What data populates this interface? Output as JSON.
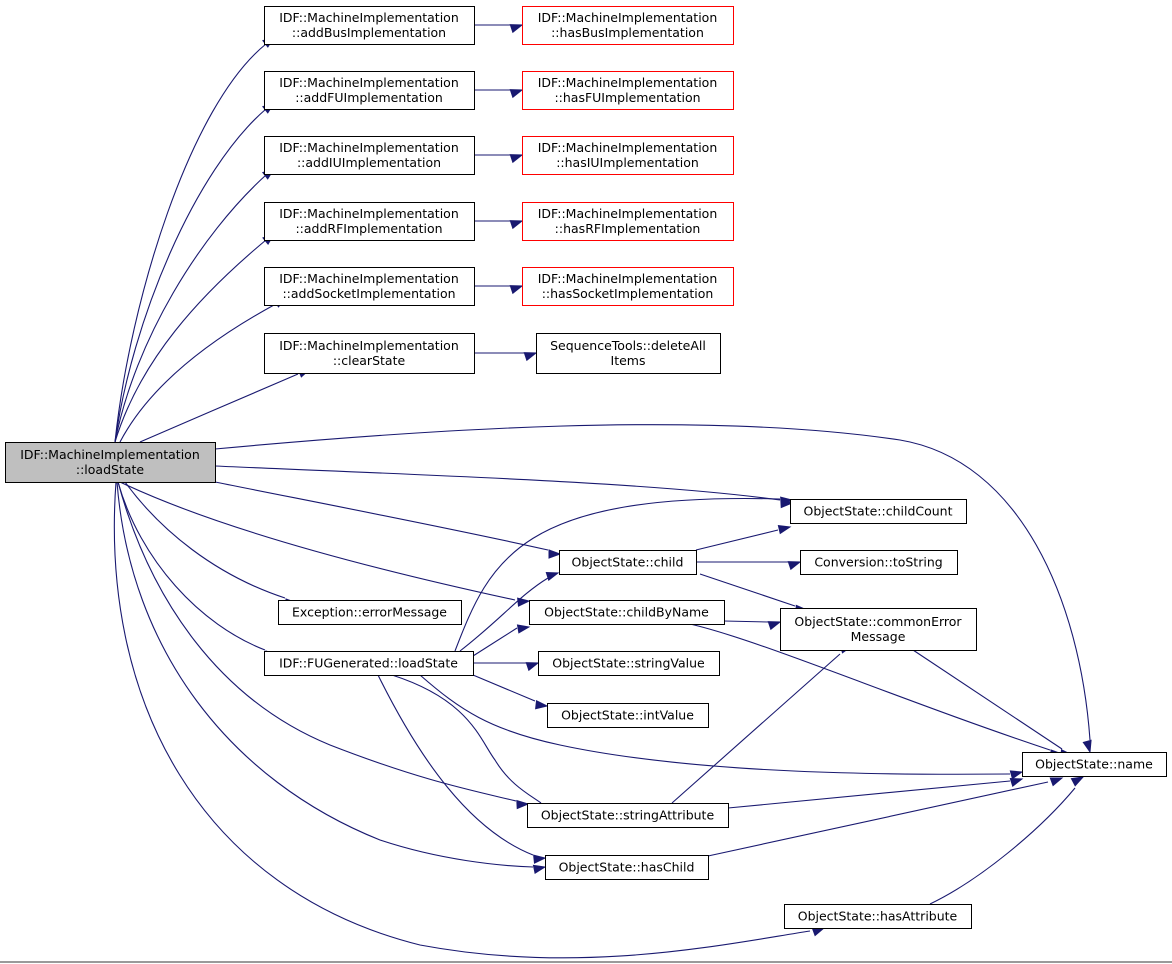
{
  "colors": {
    "edge": "#191970",
    "node_border": "#000000",
    "node_border_external": "#ff0000",
    "root_fill": "#bfbfbf",
    "node_fill": "#ffffff"
  },
  "nodes": [
    {
      "id": "root",
      "lines": [
        "IDF::MachineImplementation",
        "::loadState"
      ],
      "kind": "root"
    },
    {
      "id": "addBus",
      "lines": [
        "IDF::MachineImplementation",
        "::addBusImplementation"
      ],
      "kind": "normal"
    },
    {
      "id": "addFU",
      "lines": [
        "IDF::MachineImplementation",
        "::addFUImplementation"
      ],
      "kind": "normal"
    },
    {
      "id": "addIU",
      "lines": [
        "IDF::MachineImplementation",
        "::addIUImplementation"
      ],
      "kind": "normal"
    },
    {
      "id": "addRF",
      "lines": [
        "IDF::MachineImplementation",
        "::addRFImplementation"
      ],
      "kind": "normal"
    },
    {
      "id": "addSocket",
      "lines": [
        "IDF::MachineImplementation",
        "::addSocketImplementation"
      ],
      "kind": "normal"
    },
    {
      "id": "clearState",
      "lines": [
        "IDF::MachineImplementation",
        "::clearState"
      ],
      "kind": "normal"
    },
    {
      "id": "hasBus",
      "lines": [
        "IDF::MachineImplementation",
        "::hasBusImplementation"
      ],
      "kind": "external"
    },
    {
      "id": "hasFU",
      "lines": [
        "IDF::MachineImplementation",
        "::hasFUImplementation"
      ],
      "kind": "external"
    },
    {
      "id": "hasIU",
      "lines": [
        "IDF::MachineImplementation",
        "::hasIUImplementation"
      ],
      "kind": "external"
    },
    {
      "id": "hasRF",
      "lines": [
        "IDF::MachineImplementation",
        "::hasRFImplementation"
      ],
      "kind": "external"
    },
    {
      "id": "hasSocket",
      "lines": [
        "IDF::MachineImplementation",
        "::hasSocketImplementation"
      ],
      "kind": "external"
    },
    {
      "id": "deleteAll",
      "lines": [
        "SequenceTools::deleteAll",
        "Items"
      ],
      "kind": "normal"
    },
    {
      "id": "errorMessage",
      "lines": [
        "Exception::errorMessage"
      ],
      "kind": "normal"
    },
    {
      "id": "fuLoadState",
      "lines": [
        "IDF::FUGenerated::loadState"
      ],
      "kind": "normal"
    },
    {
      "id": "childCount",
      "lines": [
        "ObjectState::childCount"
      ],
      "kind": "normal"
    },
    {
      "id": "child",
      "lines": [
        "ObjectState::child"
      ],
      "kind": "normal"
    },
    {
      "id": "toString",
      "lines": [
        "Conversion::toString"
      ],
      "kind": "normal"
    },
    {
      "id": "childByName",
      "lines": [
        "ObjectState::childByName"
      ],
      "kind": "normal"
    },
    {
      "id": "commonError",
      "lines": [
        "ObjectState::commonError",
        "Message"
      ],
      "kind": "normal"
    },
    {
      "id": "stringValue",
      "lines": [
        "ObjectState::stringValue"
      ],
      "kind": "normal"
    },
    {
      "id": "intValue",
      "lines": [
        "ObjectState::intValue"
      ],
      "kind": "normal"
    },
    {
      "id": "name",
      "lines": [
        "ObjectState::name"
      ],
      "kind": "normal"
    },
    {
      "id": "stringAttribute",
      "lines": [
        "ObjectState::stringAttribute"
      ],
      "kind": "normal"
    },
    {
      "id": "hasChild",
      "lines": [
        "ObjectState::hasChild"
      ],
      "kind": "normal"
    },
    {
      "id": "hasAttribute",
      "lines": [
        "ObjectState::hasAttribute"
      ],
      "kind": "normal"
    }
  ],
  "edges": [
    [
      "root",
      "addBus"
    ],
    [
      "root",
      "addFU"
    ],
    [
      "root",
      "addIU"
    ],
    [
      "root",
      "addRF"
    ],
    [
      "root",
      "addSocket"
    ],
    [
      "root",
      "clearState"
    ],
    [
      "root",
      "name"
    ],
    [
      "root",
      "childCount"
    ],
    [
      "root",
      "child"
    ],
    [
      "root",
      "childByName"
    ],
    [
      "root",
      "errorMessage"
    ],
    [
      "root",
      "fuLoadState"
    ],
    [
      "root",
      "stringAttribute"
    ],
    [
      "root",
      "hasChild"
    ],
    [
      "root",
      "hasAttribute"
    ],
    [
      "addBus",
      "hasBus"
    ],
    [
      "addFU",
      "hasFU"
    ],
    [
      "addIU",
      "hasIU"
    ],
    [
      "addRF",
      "hasRF"
    ],
    [
      "addSocket",
      "hasSocket"
    ],
    [
      "clearState",
      "deleteAll"
    ],
    [
      "child",
      "childCount"
    ],
    [
      "child",
      "toString"
    ],
    [
      "child",
      "commonError"
    ],
    [
      "childByName",
      "commonError"
    ],
    [
      "childByName",
      "name"
    ],
    [
      "commonError",
      "name"
    ],
    [
      "fuLoadState",
      "childCount"
    ],
    [
      "fuLoadState",
      "child"
    ],
    [
      "fuLoadState",
      "childByName"
    ],
    [
      "fuLoadState",
      "stringValue"
    ],
    [
      "fuLoadState",
      "intValue"
    ],
    [
      "fuLoadState",
      "name"
    ],
    [
      "fuLoadState",
      "stringAttribute"
    ],
    [
      "fuLoadState",
      "hasChild"
    ],
    [
      "stringAttribute",
      "commonError"
    ],
    [
      "stringAttribute",
      "name"
    ],
    [
      "hasChild",
      "name"
    ],
    [
      "hasAttribute",
      "name"
    ]
  ]
}
